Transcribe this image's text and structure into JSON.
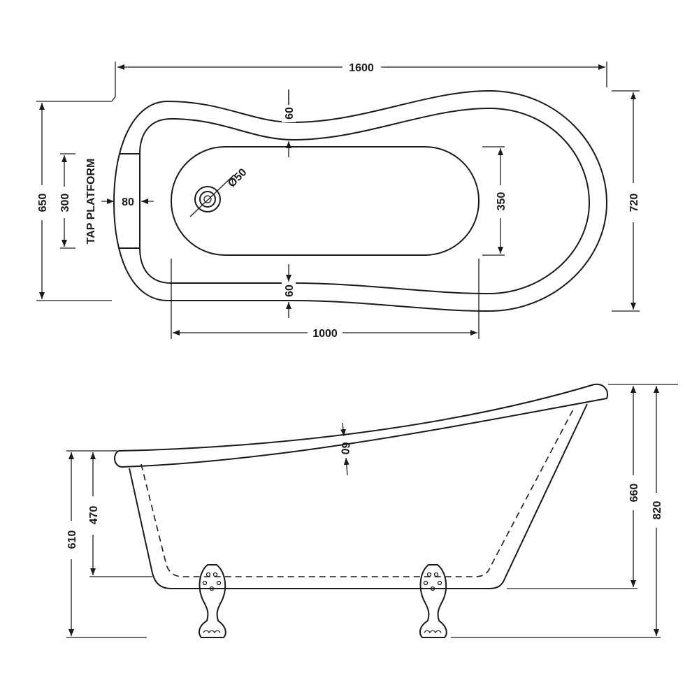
{
  "title": "Slipper freestanding bath dimensions",
  "top_view": {
    "length": "1600",
    "width_right": "720",
    "width_left": "650",
    "tap_platform_width": "300",
    "tap_platform_label": "TAP PLATFORM",
    "tap_platform_depth": "80",
    "rim_top": "60",
    "rim_bottom": "60",
    "basin_width": "350",
    "basin_length": "1000",
    "waste_diameter": "Ø50"
  },
  "side_view": {
    "rim_thickness": "60",
    "left_height": "610",
    "left_inner_depth": "470",
    "right_inner_height": "660",
    "right_height": "820"
  }
}
